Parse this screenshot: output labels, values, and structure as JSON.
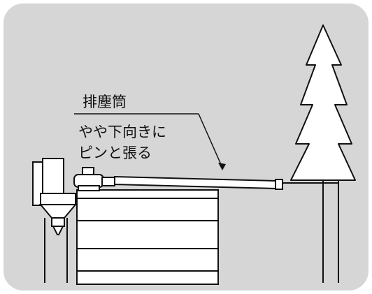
{
  "labels": {
    "title": "排塵筒",
    "line1": "やや下向きに",
    "line2": "ピンと張る"
  },
  "colors": {
    "panel": "#d6d6d6",
    "stroke": "#111111",
    "fill": "#ffffff"
  }
}
